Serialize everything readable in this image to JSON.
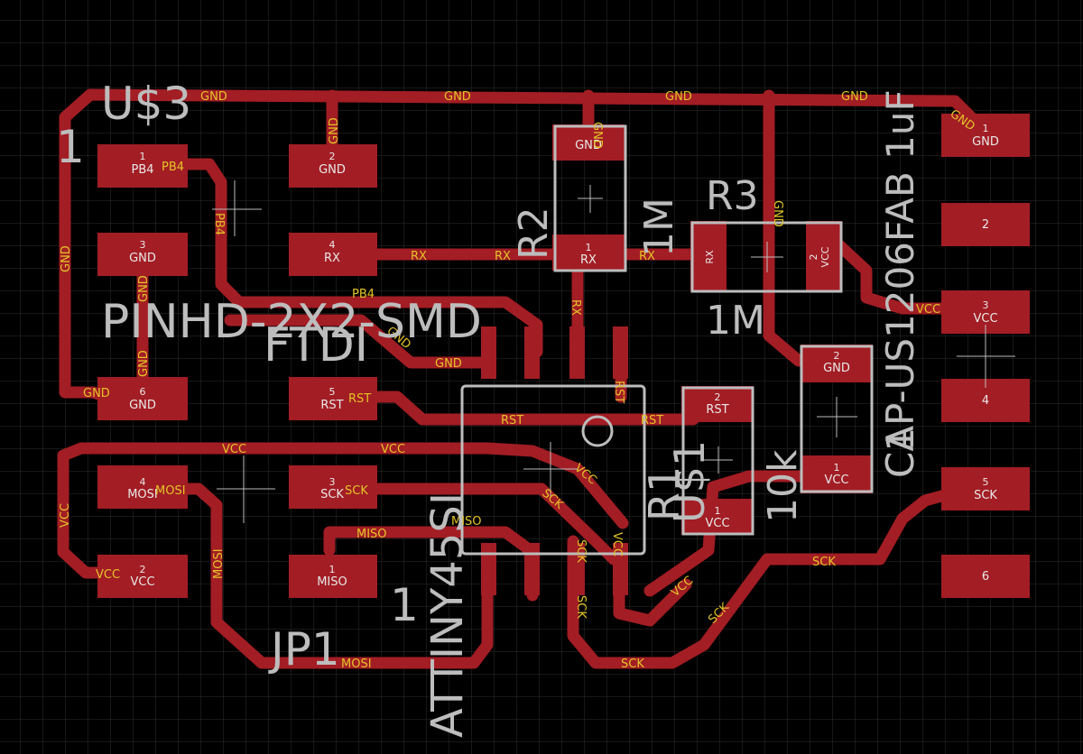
{
  "colors": {
    "background": "#000000",
    "grid": "#2e2e2e",
    "copper": "#a31d24",
    "silk": "#bdbdbd",
    "netlabel": "#e3c428",
    "padtext": "#e8e8e8"
  },
  "pads": {
    "u3_p1_num": "1",
    "u3_p1_net": "PB4",
    "u3_p2_num": "2",
    "u3_p2_net": "GND",
    "u3_p3_num": "3",
    "u3_p3_net": "GND",
    "u3_p4_num": "4",
    "u3_p4_net": "RX",
    "u3_p5_num": "5",
    "u3_p5_net": "RST",
    "u3_p6_num": "6",
    "u3_p6_net": "GND",
    "jp1_p1_num": "1",
    "jp1_p1_net": "MISO",
    "jp1_p2_num": "2",
    "jp1_p2_net": "VCC",
    "jp1_p3_num": "3",
    "jp1_p3_net": "SCK",
    "jp1_p4_num": "4",
    "jp1_p4_net": "MOSI",
    "r2_p1_num": "1",
    "r2_p1_net": "RX",
    "r2_p2_num": "2",
    "r2_p2_net": "GND",
    "r3_p1_net": "RX",
    "r3_p2_num": "2",
    "r3_p2_net": "VCC",
    "r1_p1_num": "1",
    "r1_p1_net": "VCC",
    "r1_p2_num": "2",
    "r1_p2_net": "RST",
    "c1_p1_num": "1",
    "c1_p1_net": "VCC",
    "c1_p2_num": "2",
    "c1_p2_net": "GND",
    "hdr_1_num": "1",
    "hdr_1_net": "GND",
    "hdr_2_num": "2",
    "hdr_3_num": "3",
    "hdr_3_net": "VCC",
    "hdr_4_num": "4",
    "hdr_5_num": "5",
    "hdr_5_net": "SCK",
    "hdr_6_num": "6"
  },
  "nets": {
    "gnd_a": "GND",
    "gnd_b": "GND",
    "gnd_c": "GND",
    "gnd_d": "GND",
    "gnd_e": "GND",
    "gnd_f": "GND",
    "gnd_g": "GND",
    "gnd_h": "GND",
    "gnd_i": "GND",
    "gnd_j": "GND",
    "gnd_k": "GND",
    "gnd_l": "GND",
    "gnd_m": "GND",
    "gnd_n": "GND",
    "pb4_a": "PB4",
    "pb4_b": "PB4",
    "pb4_c": "PB4",
    "rx_a": "RX",
    "rx_b": "RX",
    "rx_c": "RX",
    "rx_d": "RX",
    "rst_a": "RST",
    "rst_b": "RST",
    "rst_c": "RST",
    "rst_d": "RST",
    "vcc_a": "VCC",
    "vcc_b": "VCC",
    "vcc_c": "VCC",
    "vcc_d": "VCC",
    "vcc_e": "VCC",
    "vcc_f": "VCC",
    "vcc_g": "VCC",
    "vcc_h": "VCC",
    "sck_a": "SCK",
    "sck_b": "SCK",
    "sck_c": "SCK",
    "sck_d": "SCK",
    "sck_e": "SCK",
    "sck_f": "SCK",
    "sck_g": "SCK",
    "mosi_a": "MOSI",
    "mosi_b": "MOSI",
    "mosi_c": "MOSI",
    "miso_a": "MISO",
    "miso_b": "MISO"
  },
  "silk": {
    "u3_name": "U$3",
    "u3_pin1": "1",
    "u3_value": "PINHD-2X2-SMD",
    "ftdi_overlap": "FTDI",
    "jp1_name": "JP1",
    "ic_pin1": "1",
    "ic_value": "ATTINY45SI",
    "r2_name": "R2",
    "r2_value": "1M",
    "r3_name": "R3",
    "r3_value": "1M",
    "r1_name": "R1",
    "u1_name": "U$1",
    "r1_value": "10k",
    "c1_value": "CAP-US1206FAB 1uF",
    "c1_name": "C1"
  }
}
